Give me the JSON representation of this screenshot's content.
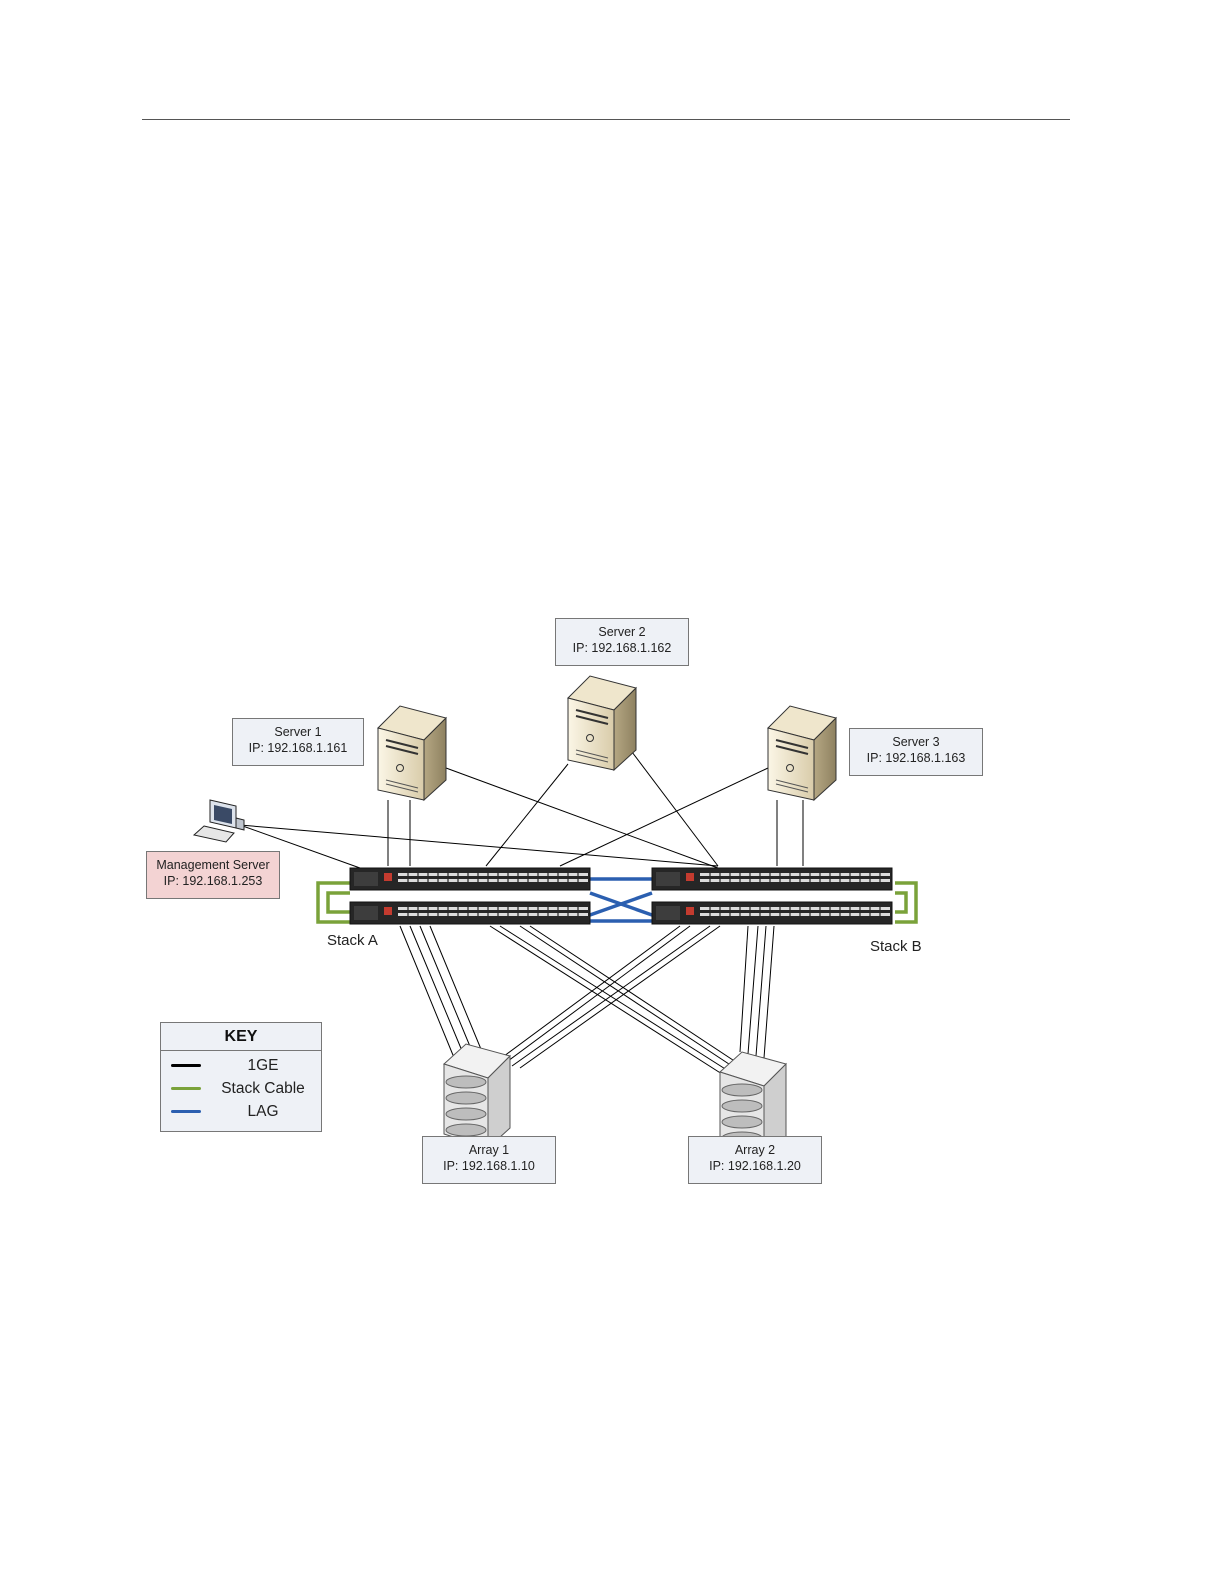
{
  "servers": [
    {
      "name": "Server 1",
      "ip": "IP: 192.168.1.161"
    },
    {
      "name": "Server 2",
      "ip": "IP: 192.168.1.162"
    },
    {
      "name": "Server 3",
      "ip": "IP: 192.168.1.163"
    }
  ],
  "management_server": {
    "name": "Management Server",
    "ip": "IP: 192.168.1.253"
  },
  "arrays": [
    {
      "name": "Array 1",
      "ip": "IP: 192.168.1.10"
    },
    {
      "name": "Array 2",
      "ip": "IP: 192.168.1.20"
    }
  ],
  "stacks": {
    "a": "Stack A",
    "b": "Stack B"
  },
  "key": {
    "title": "KEY",
    "items": [
      {
        "label": "1GE",
        "color": "#000000"
      },
      {
        "label": "Stack Cable",
        "color": "#7aa23a"
      },
      {
        "label": "LAG",
        "color": "#2b5fb0"
      }
    ]
  },
  "colors": {
    "one_ge": "#000000",
    "stack_cable": "#7aa23a",
    "lag": "#2b5fb0",
    "label_bg": "#eef1f6",
    "mgmt_label_bg": "#f3d3d3"
  }
}
